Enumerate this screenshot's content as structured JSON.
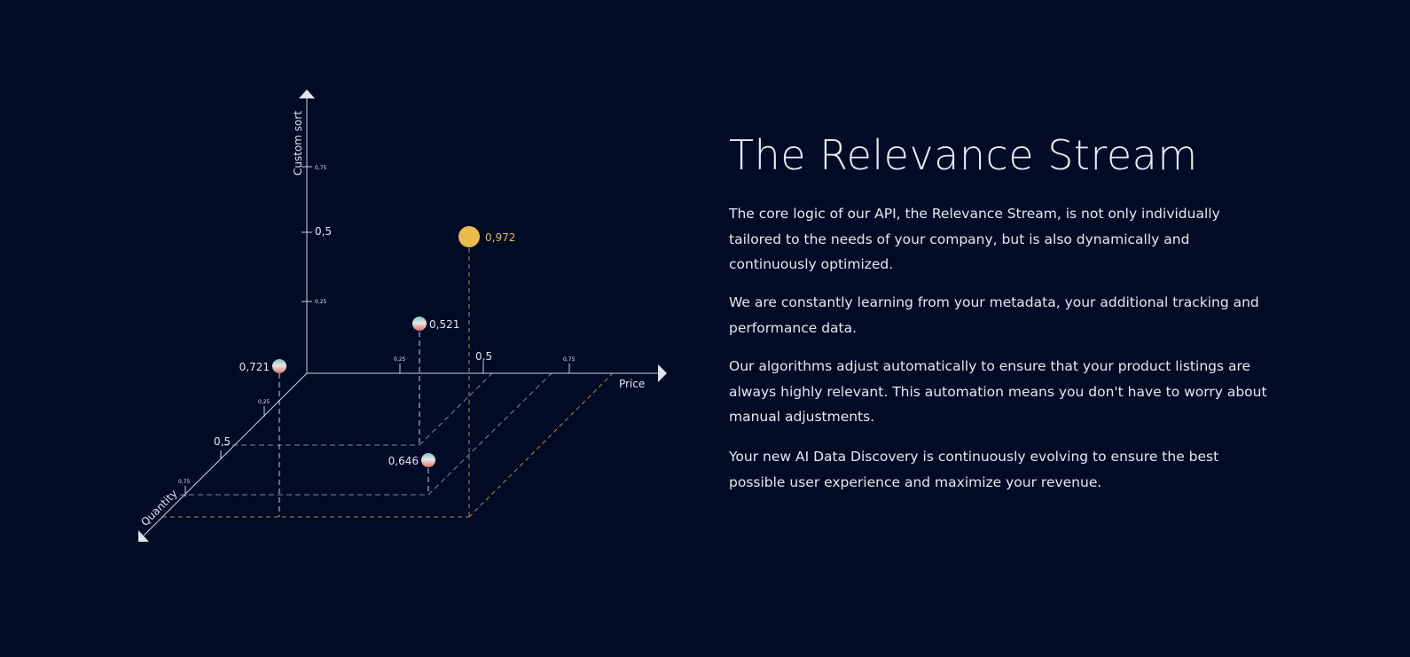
{
  "section": {
    "title": "The Relevance Stream",
    "paragraphs": [
      "The core logic of our API, the Relevance Stream, is not only individually tailored to the needs of your company, but is also dynamically and continuously optimized.",
      "We are constantly learning from your metadata, your additional tracking and performance data.",
      "Our algorithms adjust automatically to ensure that your product listings are always highly relevant. This automation means you don't have to worry about manual adjustments.",
      "Your new AI Data Discovery is continuously evolving to ensure the best possible user experience and maximize your revenue."
    ]
  },
  "chart": {
    "axes": {
      "y": "Custom sort",
      "x": "Price",
      "z": "Quantity"
    },
    "ticks": {
      "y": [
        "0,75",
        "0,5",
        "0,25"
      ],
      "x": [
        "0,25",
        "0,5",
        "0,75"
      ],
      "z": [
        "0,25",
        "0,5",
        "0,75"
      ]
    },
    "points": [
      {
        "label": "0,721",
        "highlight": false
      },
      {
        "label": "0,521",
        "highlight": false
      },
      {
        "label": "0,646",
        "highlight": false
      },
      {
        "label": "0,972",
        "highlight": true
      }
    ],
    "colors": {
      "axis": "#c8cfdc",
      "dash": "#7d8599",
      "highlight": "#ecb94c",
      "background": "#020b26"
    }
  }
}
